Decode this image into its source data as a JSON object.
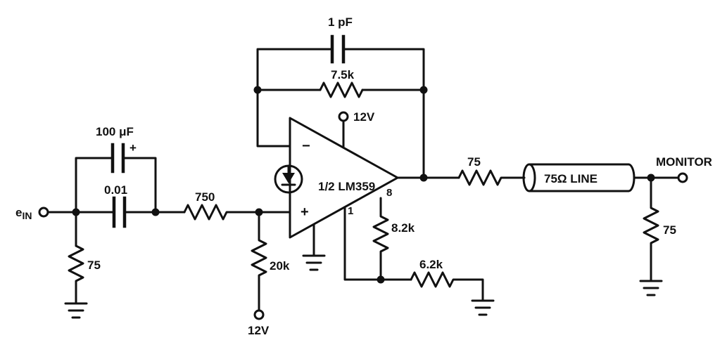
{
  "input": {
    "label_prefix": "e",
    "label_sub": "IN"
  },
  "input_shunt_resistor": "75",
  "electrolytic_cap": {
    "value": "100 μF",
    "polarity": "+"
  },
  "bypass_cap": "0.01",
  "series_resistor": "750",
  "bias_resistor": "20k",
  "bias_supply": "12V",
  "feedback_cap": "1 pF",
  "feedback_resistor": "7.5k",
  "opamp": {
    "label": "1/2 LM359",
    "supply": "12V",
    "inverting": "−",
    "non_inverting": "+",
    "pin_8": "8",
    "pin_1": "1"
  },
  "pin8_resistor": "8.2k",
  "pin1_resistor": "6.2k",
  "output_resistor": "75",
  "line": "75Ω LINE",
  "monitor": {
    "label": "MONITOR",
    "termination": "75"
  }
}
